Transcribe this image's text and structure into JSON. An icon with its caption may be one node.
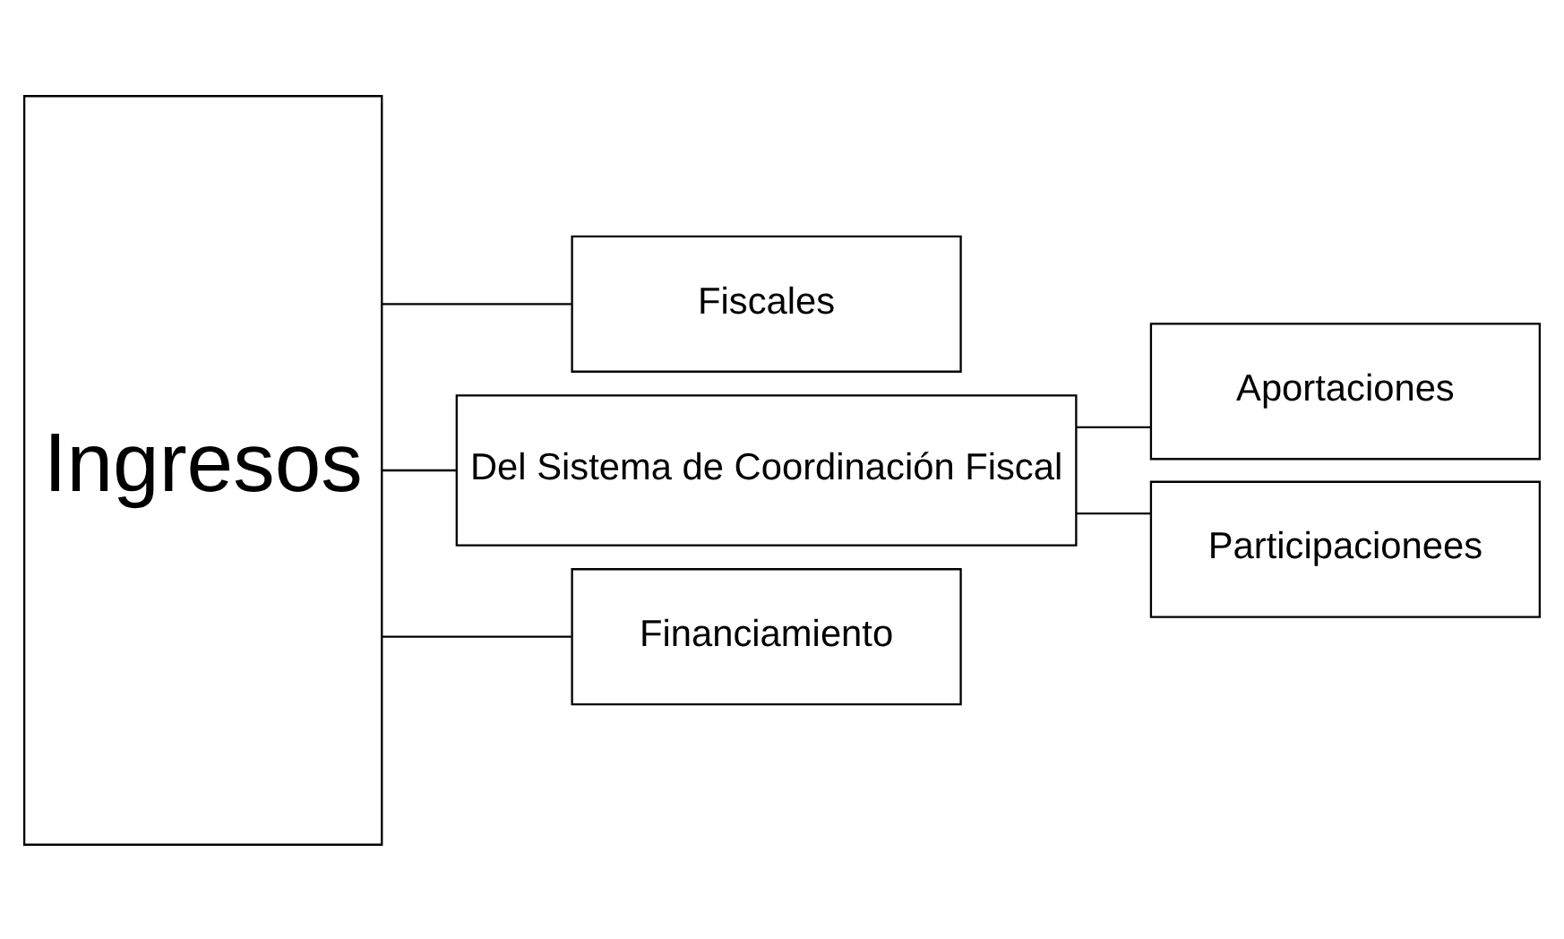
{
  "diagram": {
    "nodes": [
      {
        "text": [
          "Ingresos"
        ]
      },
      {
        "text": [
          "Fiscales"
        ]
      },
      {
        "text": [
          "Del Sistema de Coordinación Fiscal"
        ]
      },
      {
        "text": [
          "Financiamiento"
        ]
      },
      {
        "text": [
          "Aportaciones"
        ]
      },
      {
        "text": [
          "Participacionees"
        ]
      }
    ],
    "edges": [
      {
        "from": 0,
        "to": 1,
        "arrow": "none"
      },
      {
        "from": 0,
        "to": 2,
        "arrow": "none"
      },
      {
        "from": 0,
        "to": 3,
        "arrow": "none"
      },
      {
        "from": 2,
        "to": 4,
        "arrow": "none"
      },
      {
        "from": 2,
        "to": 5,
        "arrow": "none"
      }
    ]
  }
}
